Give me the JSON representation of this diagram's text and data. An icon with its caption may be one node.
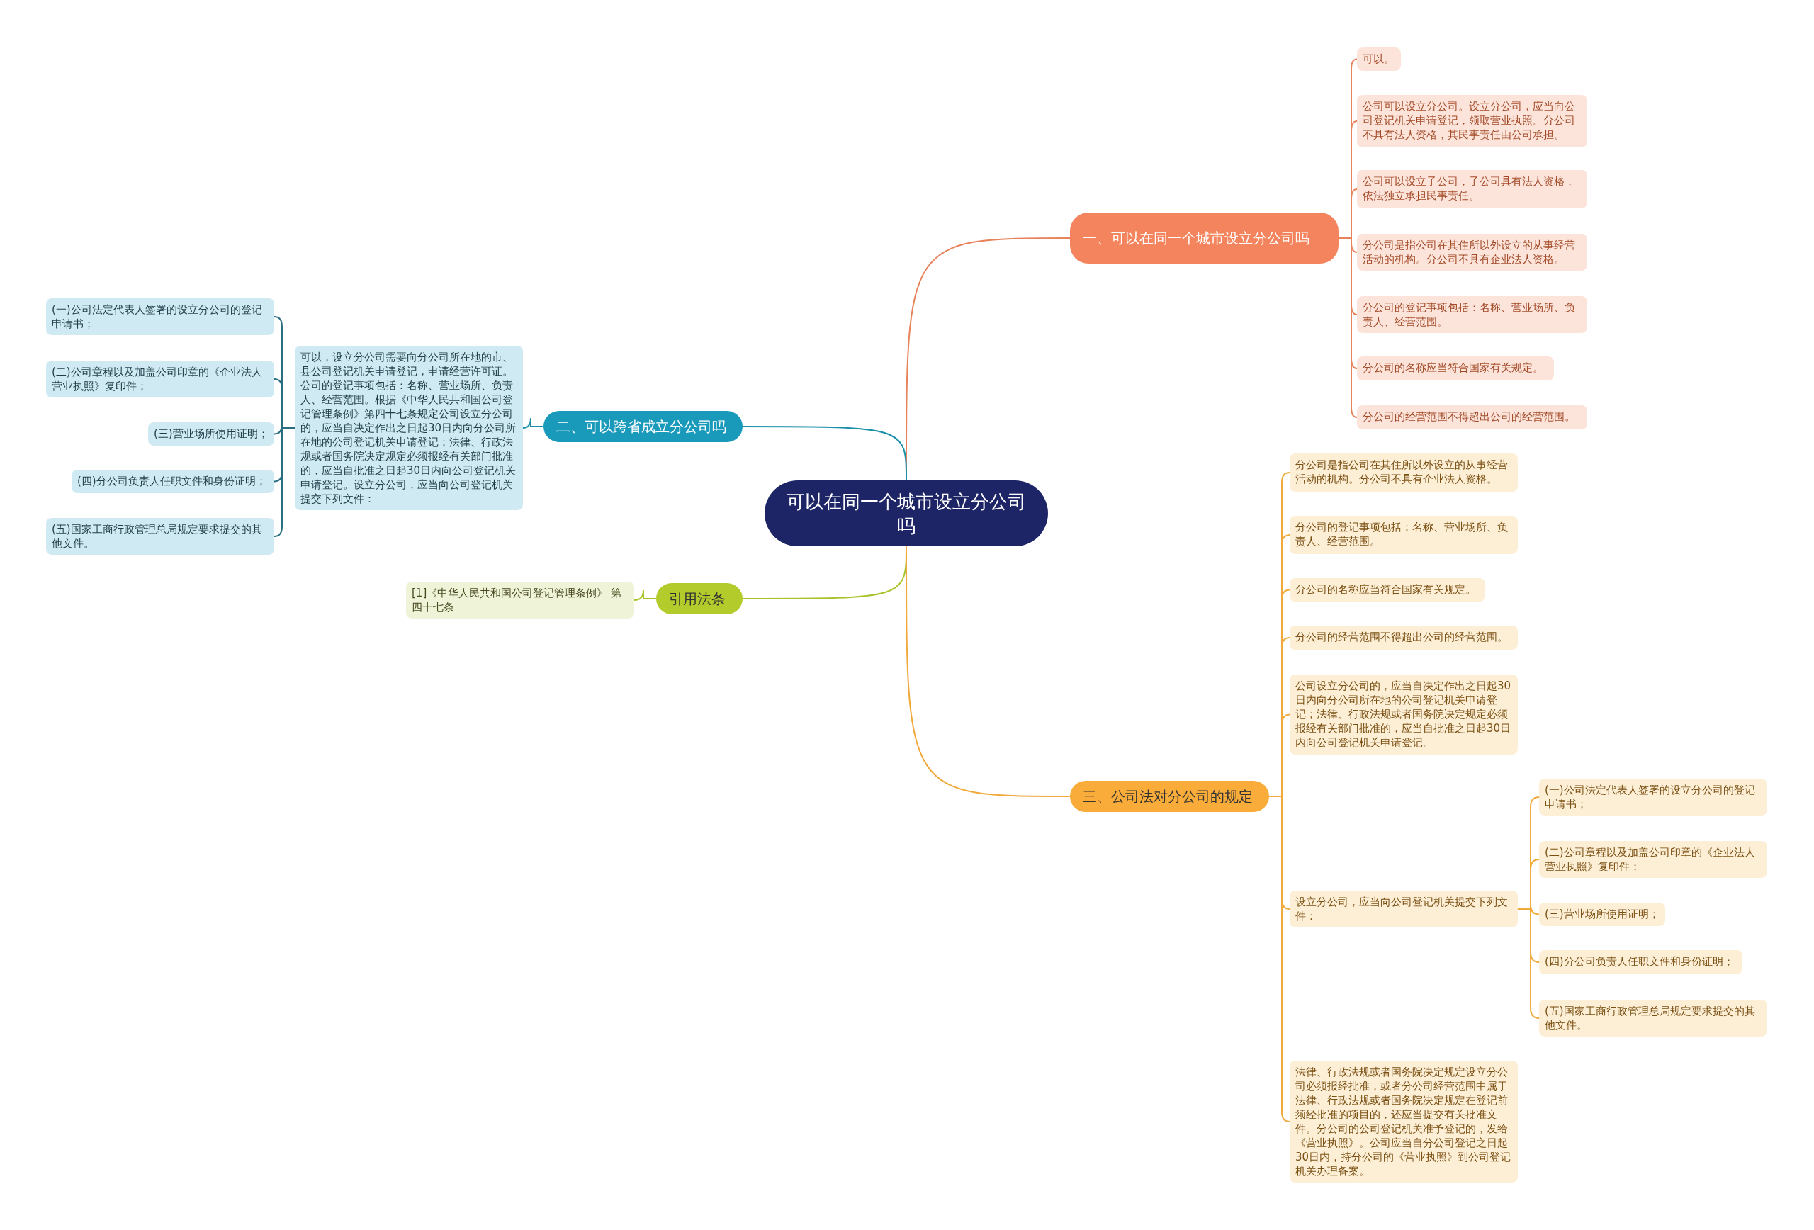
{
  "diagram": {
    "nodes": [
      {
        "text": [
          "可以在同一个城市设立分公司吗"
        ]
      },
      {
        "text": [
          "一、可以在同一个城市设立分公司吗"
        ]
      },
      {
        "text": [
          "可以。"
        ]
      },
      {
        "text": [
          "公司可以设立分公司。设立分公司，应当向公司登记机关申请登记，领取营业执照。分公司不具有法人资格，其民事责任由公司承担。"
        ]
      },
      {
        "text": [
          "公司可以设立子公司，子公司具有法人资格，依法独立承担民事责任。"
        ]
      },
      {
        "text": [
          "分公司是指公司在其住所以外设立的从事经营活动的机构。分公司不具有企业法人资格。"
        ]
      },
      {
        "text": [
          "分公司的登记事项包括：名称、营业场所、负责人、经营范围。"
        ]
      },
      {
        "text": [
          "分公司的名称应当符合国家有关规定。"
        ]
      },
      {
        "text": [
          "分公司的经营范围不得超出公司的经营范围。"
        ]
      },
      {
        "text": [
          "二、可以跨省成立分公司吗"
        ]
      },
      {
        "text": [
          "可以，设立分公司需要向分公司所在地的市、县公司登记机关申请登记，申请经营许可证。公司的登记事项包括：名称、营业场所、负责人、经营范围。根据《中华人民共和国公司登记管理条例》第四十七条规定公司设立分公司的，应当自决定作出之日起30日内向分公司所在地的公司登记机关申请登记；法律、行政法规或者国务院决定规定必须报经有关部门批准的，应当自批准之日起30日内向公司登记机关申请登记。设立分公司，应当向公司登记机关提交下列文件："
        ]
      },
      {
        "text": [
          "(一)公司法定代表人签署的设立分公司的登记申请书；"
        ]
      },
      {
        "text": [
          "(二)公司章程以及加盖公司印章的《企业法人营业执照》复印件；"
        ]
      },
      {
        "text": [
          "(三)营业场所使用证明；"
        ]
      },
      {
        "text": [
          "(四)分公司负责人任职文件和身份证明；"
        ]
      },
      {
        "text": [
          "(五)国家工商行政管理总局规定要求提交的其他文件。"
        ]
      },
      {
        "text": [
          "引用法条"
        ]
      },
      {
        "text": [
          "[1]《中华人民共和国公司登记管理条例》 第四十七条"
        ]
      },
      {
        "text": [
          "三、公司法对分公司的规定"
        ]
      },
      {
        "text": [
          "分公司是指公司在其住所以外设立的从事经营活动的机构。分公司不具有企业法人资格。"
        ]
      },
      {
        "text": [
          "分公司的登记事项包括：名称、营业场所、负责人、经营范围。"
        ]
      },
      {
        "text": [
          "分公司的名称应当符合国家有关规定。"
        ]
      },
      {
        "text": [
          "分公司的经营范围不得超出公司的经营范围。"
        ]
      },
      {
        "text": [
          "公司设立分公司的，应当自决定作出之日起30日内向分公司所在地的公司登记机关申请登记；法律、行政法规或者国务院决定规定必须报经有关部门批准的，应当自批准之日起30日内向公司登记机关申请登记。"
        ]
      },
      {
        "text": [
          "设立分公司，应当向公司登记机关提交下列文件："
        ]
      },
      {
        "text": [
          "(一)公司法定代表人签署的设立分公司的登记申请书；"
        ]
      },
      {
        "text": [
          "(二)公司章程以及加盖公司印章的《企业法人营业执照》复印件；"
        ]
      },
      {
        "text": [
          "(三)营业场所使用证明；"
        ]
      },
      {
        "text": [
          "(四)分公司负责人任职文件和身份证明；"
        ]
      },
      {
        "text": [
          "(五)国家工商行政管理总局规定要求提交的其他文件。"
        ]
      },
      {
        "text": [
          "法律、行政法规或者国务院决定规定设立分公司必须报经批准，或者分公司经营范围中属于法律、行政法规或者国务院决定规定在登记前须经批准的项目的，还应当提交有关批准文件。分公司的公司登记机关准予登记的，发给《营业执照》。公司应当自分公司登记之日起30日内，持分公司的《营业执照》到公司登记机关办理备案。"
        ]
      }
    ],
    "edges": [
      {
        "from": 0,
        "to": 1,
        "arrow": "none",
        "color": "#e8825a"
      },
      {
        "from": 0,
        "to": 9,
        "arrow": "none",
        "color": "#1a8fa8"
      },
      {
        "from": 0,
        "to": 16,
        "arrow": "none",
        "color": "#a8c42c"
      },
      {
        "from": 0,
        "to": 18,
        "arrow": "none",
        "color": "#f2a93b"
      },
      {
        "from": 1,
        "to": 2,
        "arrow": "none",
        "color": "#e8825a"
      },
      {
        "from": 1,
        "to": 3,
        "arrow": "none",
        "color": "#e8825a"
      },
      {
        "from": 1,
        "to": 4,
        "arrow": "none",
        "color": "#e8825a"
      },
      {
        "from": 1,
        "to": 5,
        "arrow": "none",
        "color": "#e8825a"
      },
      {
        "from": 1,
        "to": 6,
        "arrow": "none",
        "color": "#e8825a"
      },
      {
        "from": 1,
        "to": 7,
        "arrow": "none",
        "color": "#e8825a"
      },
      {
        "from": 1,
        "to": 8,
        "arrow": "none",
        "color": "#e8825a"
      },
      {
        "from": 9,
        "to": 10,
        "arrow": "none",
        "color": "#1a8fa8"
      },
      {
        "from": 10,
        "to": 11,
        "arrow": "none",
        "color": "#2a6f80"
      },
      {
        "from": 10,
        "to": 12,
        "arrow": "none",
        "color": "#2a6f80"
      },
      {
        "from": 10,
        "to": 13,
        "arrow": "none",
        "color": "#2a6f80"
      },
      {
        "from": 10,
        "to": 14,
        "arrow": "none",
        "color": "#2a6f80"
      },
      {
        "from": 10,
        "to": 15,
        "arrow": "none",
        "color": "#2a6f80"
      },
      {
        "from": 16,
        "to": 17,
        "arrow": "none",
        "color": "#a8c42c"
      },
      {
        "from": 18,
        "to": 19,
        "arrow": "none",
        "color": "#f2a93b"
      },
      {
        "from": 18,
        "to": 20,
        "arrow": "none",
        "color": "#f2a93b"
      },
      {
        "from": 18,
        "to": 21,
        "arrow": "none",
        "color": "#f2a93b"
      },
      {
        "from": 18,
        "to": 22,
        "arrow": "none",
        "color": "#f2a93b"
      },
      {
        "from": 18,
        "to": 23,
        "arrow": "none",
        "color": "#f2a93b"
      },
      {
        "from": 18,
        "to": 24,
        "arrow": "none",
        "color": "#f2a93b"
      },
      {
        "from": 18,
        "to": 30,
        "arrow": "none",
        "color": "#f2a93b"
      },
      {
        "from": 24,
        "to": 25,
        "arrow": "none",
        "color": "#f2a93b"
      },
      {
        "from": 24,
        "to": 26,
        "arrow": "none",
        "color": "#f2a93b"
      },
      {
        "from": 24,
        "to": 27,
        "arrow": "none",
        "color": "#f2a93b"
      },
      {
        "from": 24,
        "to": 28,
        "arrow": "none",
        "color": "#f2a93b"
      },
      {
        "from": 24,
        "to": 29,
        "arrow": "none",
        "color": "#f2a93b"
      }
    ]
  }
}
